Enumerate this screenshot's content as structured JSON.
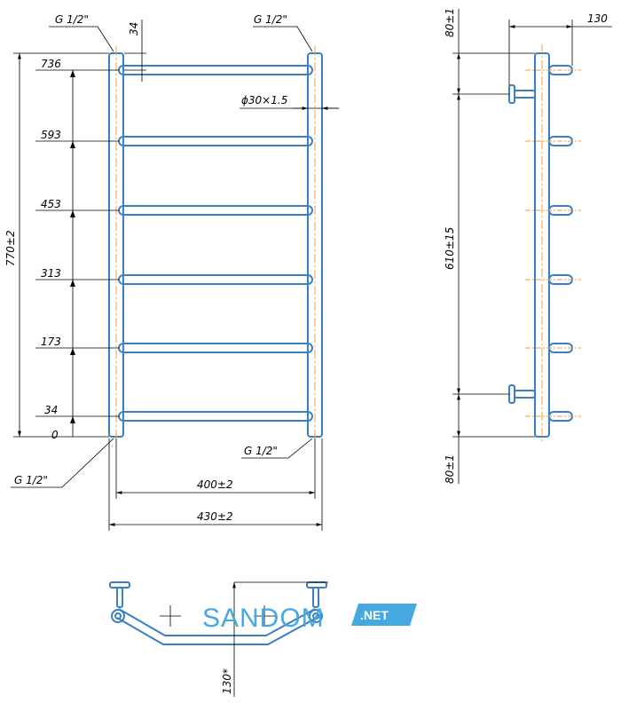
{
  "front_view": {
    "heights": [
      "736",
      "593",
      "453",
      "313",
      "173",
      "34",
      "0"
    ],
    "top_offset": "34",
    "overall_height": "770±2",
    "pipe_diameter": "ϕ30×1.5",
    "thread_top_left": "G 1/2\"",
    "thread_top_right": "G 1/2\"",
    "thread_bottom_left": "G 1/2\"",
    "thread_bottom_right": "G 1/2\"",
    "center_width": "400±2",
    "overall_width": "430±2"
  },
  "side_view": {
    "top_offset": "80±1",
    "mount_distance": "610±15",
    "bottom_offset": "80±1",
    "depth": "130"
  },
  "top_view": {
    "depth": "130*"
  },
  "watermark": {
    "brand": "SANDOM",
    "suffix": ".NET"
  },
  "colors": {
    "pipe": "#3a7fc4",
    "line": "#000000",
    "axis": "#e8a040",
    "logo": "#45a8e0"
  }
}
